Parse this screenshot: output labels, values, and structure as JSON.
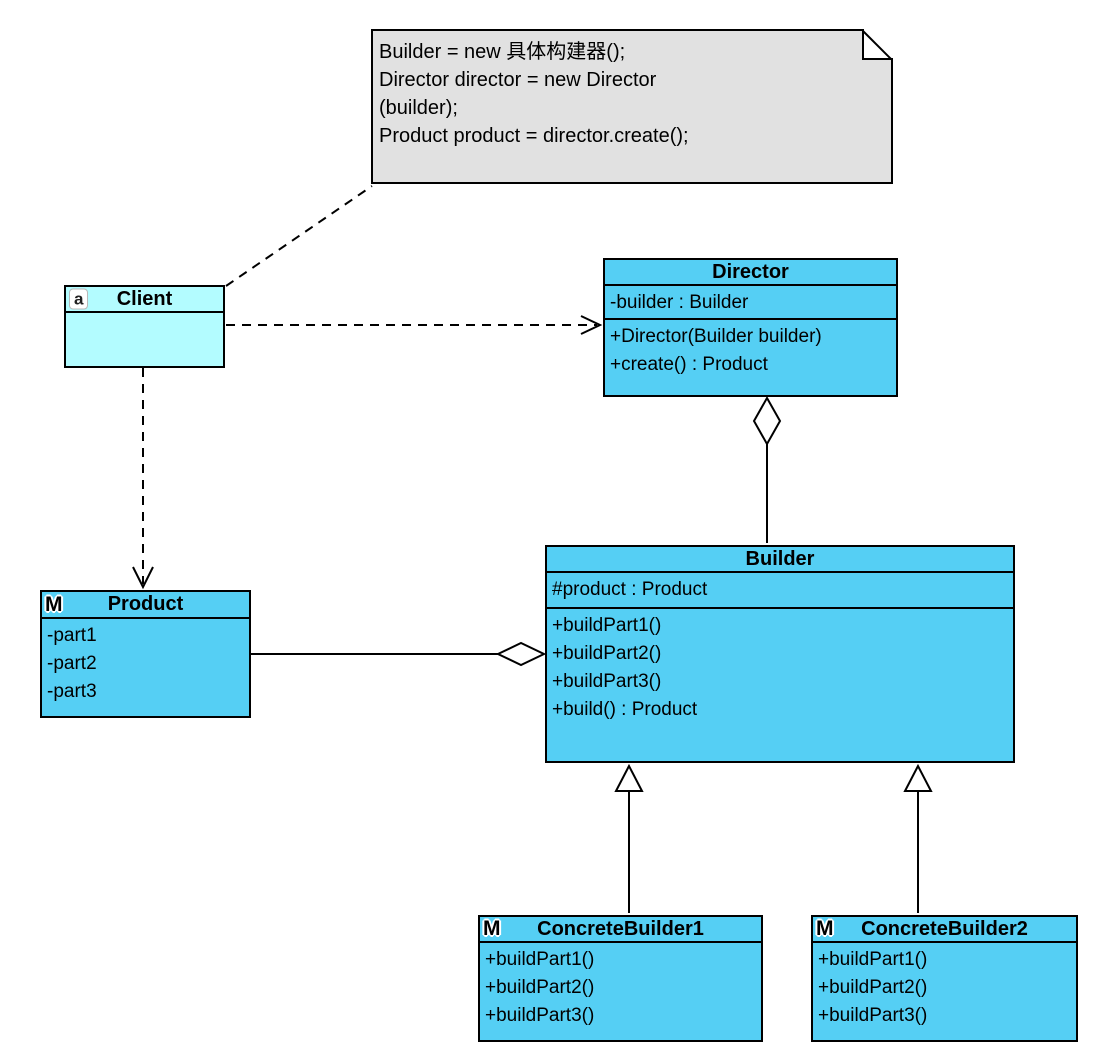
{
  "colors": {
    "class_fill": "#55CFF4",
    "client_fill": "#B3FCFF",
    "note_fill": "#E1E1E1",
    "border": "#000000"
  },
  "note": {
    "lines": [
      "Builder = new 具体构建器();",
      "Director director = new Director",
      "(builder);",
      "Product product = director.create();"
    ]
  },
  "classes": {
    "client": {
      "badge": "a",
      "name": "Client"
    },
    "director": {
      "name": "Director",
      "attributes": [
        "-builder : Builder"
      ],
      "methods": [
        "+Director(Builder builder)",
        "+create() : Product"
      ]
    },
    "product": {
      "badge": "M",
      "name": "Product",
      "attributes": [
        "-part1",
        "-part2",
        "-part3"
      ]
    },
    "builder": {
      "name": "Builder",
      "attributes": [
        "#product : Product"
      ],
      "methods": [
        "+buildPart1()",
        "+buildPart2()",
        "+buildPart3()",
        "+build() : Product"
      ]
    },
    "concrete_builder1": {
      "badge": "M",
      "name": "ConcreteBuilder1",
      "methods": [
        "+buildPart1()",
        "+buildPart2()",
        "+buildPart3()"
      ]
    },
    "concrete_builder2": {
      "badge": "M",
      "name": "ConcreteBuilder2",
      "methods": [
        "+buildPart1()",
        "+buildPart2()",
        "+buildPart3()"
      ]
    }
  },
  "relationships": [
    {
      "from": "Client",
      "to": "note",
      "type": "anchor"
    },
    {
      "from": "Client",
      "to": "Director",
      "type": "dependency"
    },
    {
      "from": "Client",
      "to": "Product",
      "type": "dependency"
    },
    {
      "owner": "Director",
      "part": "Builder",
      "type": "aggregation"
    },
    {
      "owner": "Builder",
      "part": "Product",
      "type": "aggregation"
    },
    {
      "from": "ConcreteBuilder1",
      "to": "Builder",
      "type": "generalization"
    },
    {
      "from": "ConcreteBuilder2",
      "to": "Builder",
      "type": "generalization"
    }
  ]
}
